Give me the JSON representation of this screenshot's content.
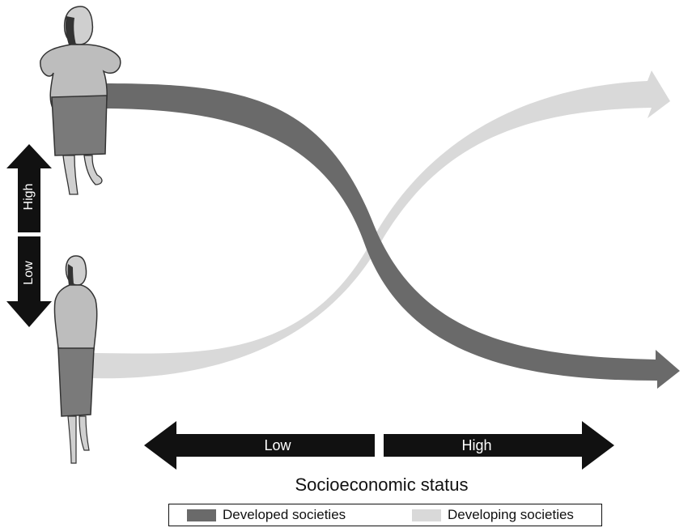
{
  "colors": {
    "developed": "#6a6a6a",
    "developing": "#d9d9d9",
    "arrow": "#111111"
  },
  "icons": {
    "top_figure": "overweight-woman-figure",
    "bottom_figure": "thin-woman-figure"
  },
  "weight_axis": {
    "high_label": "High",
    "low_label": "Low"
  },
  "ses_axis": {
    "low_label": "Low",
    "high_label": "High",
    "title": "Socioeconomic status"
  },
  "legend": {
    "developed_label": "Developed societies",
    "developing_label": "Developing societies"
  }
}
